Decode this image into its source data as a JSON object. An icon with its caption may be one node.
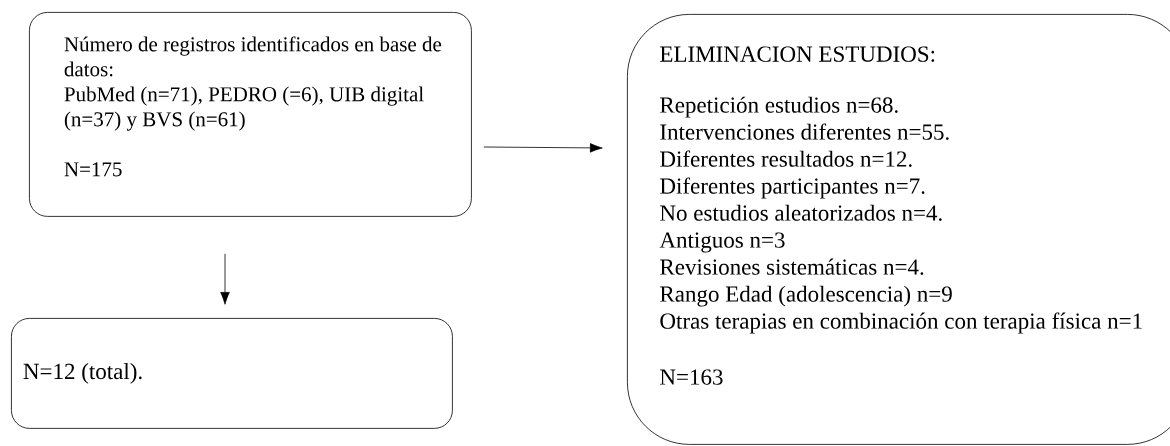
{
  "diagram": {
    "nodes": [
      {
        "text": [
          "Número de registros identificados en base de datos:",
          "PubMed (n=71), PEDRO (=6), UIB digital (n=37) y BVS (n=61)",
          "N=175"
        ]
      },
      {
        "text": [
          "N=12 (total)."
        ]
      },
      {
        "text": [
          "ELIMINACION ESTUDIOS:",
          "Repetición  estudios  n=68.",
          "Intervenciones diferentes n=55.",
          "Diferentes resultados n=12.",
          "Diferentes participantes n=7.",
          "No estudios aleatorizados n=4.",
          "Antiguos n=3",
          "Revisiones sistemáticas n=4.",
          "Rango Edad (adolescencia) n=9",
          "Otras terapias en combinación con terapia física n=1",
          "N=163"
        ]
      }
    ],
    "edges": [
      {
        "from": 0,
        "to": 2,
        "arrow": "to"
      },
      {
        "from": 0,
        "to": 1,
        "arrow": "to"
      }
    ]
  }
}
